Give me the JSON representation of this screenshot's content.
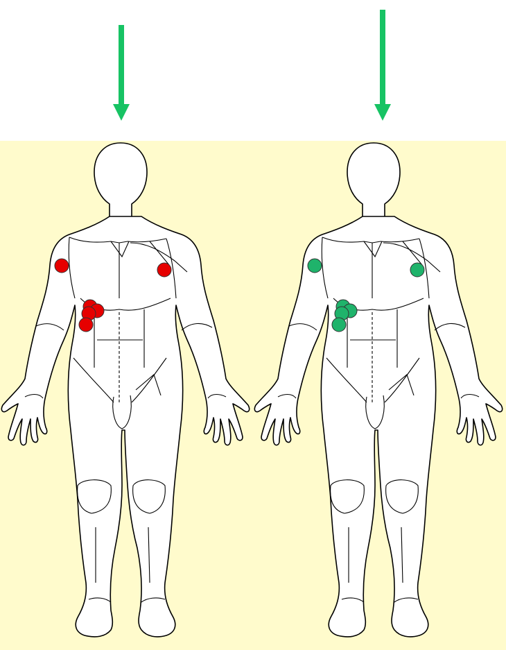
{
  "colors": {
    "panel_background": "#fffbcc",
    "arrow": "#17c364",
    "body_fill": "#ffffff",
    "body_outline": "#000000",
    "marker_left": "#e60000",
    "marker_right": "#1fb36b",
    "marker_outline": "#4a0000"
  },
  "figures": [
    {
      "id": "left",
      "marker_color_key": "marker_left",
      "marker_count": 6
    },
    {
      "id": "right",
      "marker_color_key": "marker_right",
      "marker_count": 6
    }
  ],
  "icons": {
    "arrow": "down-arrow-icon",
    "marker": "electrode-dot-icon"
  }
}
